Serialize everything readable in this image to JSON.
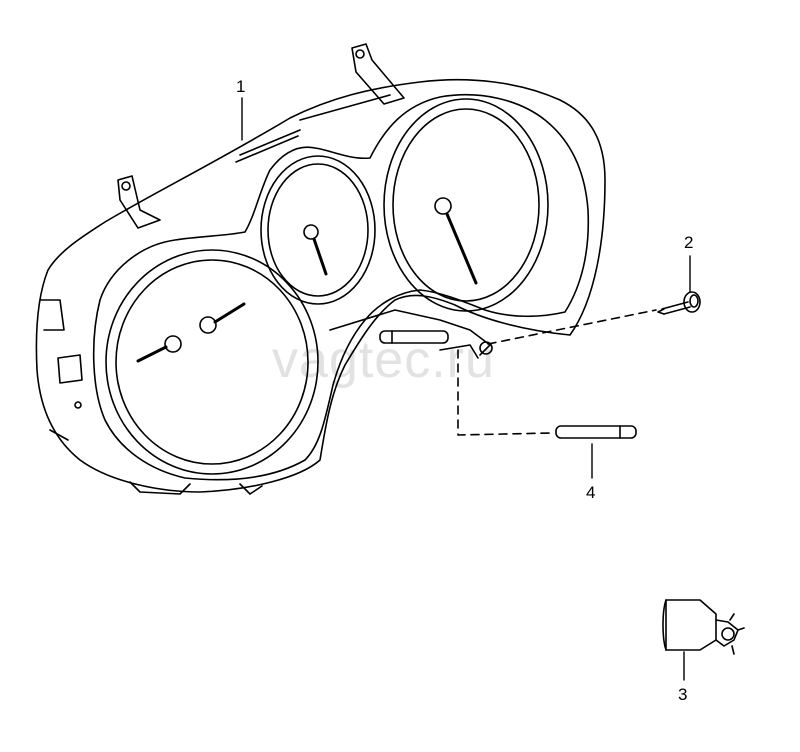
{
  "watermark": "vagtec.ru",
  "callouts": [
    {
      "id": "1",
      "label": "1",
      "part": "instrument-cluster"
    },
    {
      "id": "2",
      "label": "2",
      "part": "screw"
    },
    {
      "id": "3",
      "label": "3",
      "part": "bulb-holder"
    },
    {
      "id": "4",
      "label": "4",
      "part": "pin"
    }
  ],
  "colors": {
    "line": "#000000",
    "watermark": "#e2e2e2",
    "background": "#ffffff"
  }
}
